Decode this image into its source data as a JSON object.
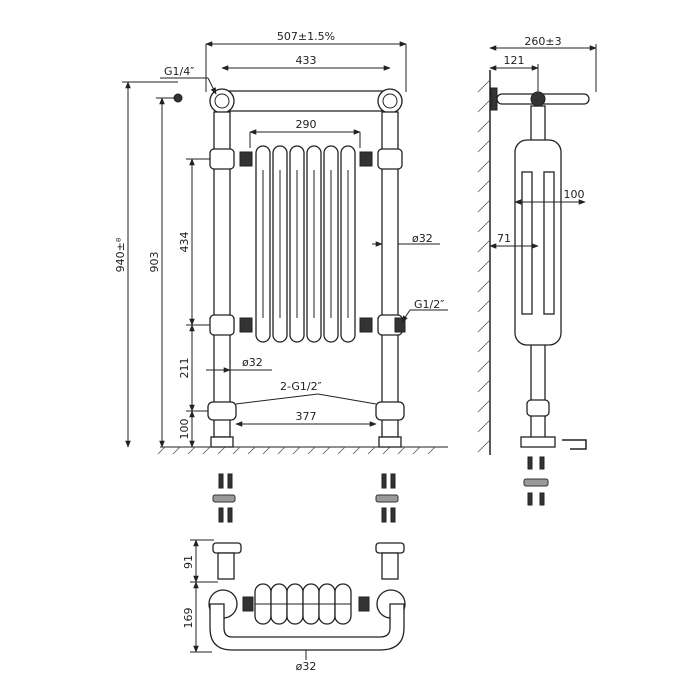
{
  "labels": {
    "overall_width": "507±1.5%",
    "rail_width": "433",
    "col_width": "290",
    "g14": "G1/4″",
    "g12": "G1/2″",
    "g12_pair": "2-G1/2″",
    "pipe_dia_side": "ø32",
    "pipe_dia_lower": "ø32",
    "pipe_dia_plan": "ø32",
    "overall_height": "940±⁸",
    "height_903": "903",
    "height_434": "434",
    "height_211": "211",
    "height_100": "100",
    "valve_centers": "377",
    "projection": "260±3",
    "wall_to_rail": "121",
    "panel_depth": "100",
    "wall_to_pipe": "71",
    "bracket_height": "91",
    "plan_depth": "169"
  },
  "colors": {
    "line": "#222222",
    "accent_gray": "#9a9a9a"
  }
}
